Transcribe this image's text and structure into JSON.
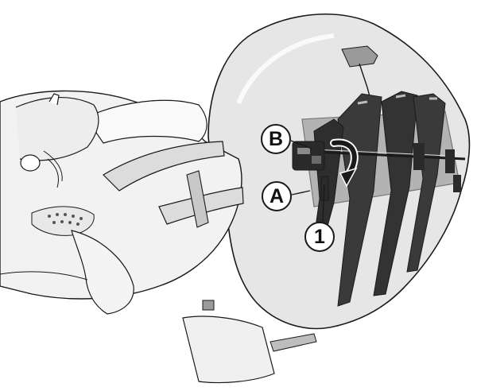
{
  "figure": {
    "callouts": {
      "b": "B",
      "a": "A",
      "one": "1"
    },
    "colors": {
      "background": "#ffffff",
      "line": "#1a1a1a",
      "body_fill": "#f2f2f2",
      "windshield_fill": "#e6e6e6",
      "mechanism_fill": "#3a3a3a",
      "mechanism_dark": "#222222"
    },
    "icons": {
      "rotation_arrow": "curved-arrow-icon"
    }
  }
}
